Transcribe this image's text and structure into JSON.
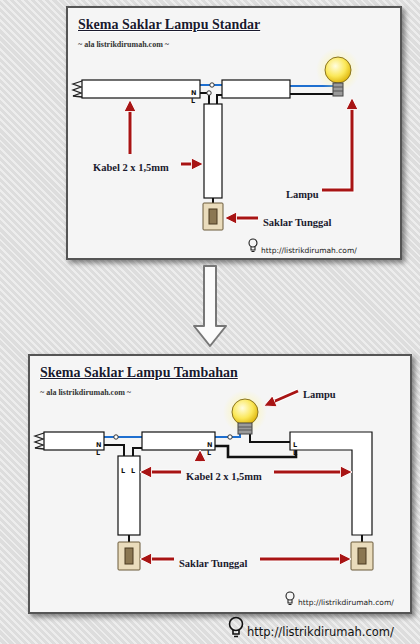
{
  "diagram": {
    "nodes": [
      {
        "text": [
          "Skema Saklar Lampu Standar",
          "~ ala listrikdirumah.com ~"
        ]
      },
      {
        "text": [
          "Skema Saklar Lampu Tambahan",
          "~ ala listrikdirumah.com ~"
        ]
      }
    ],
    "edges": [
      {
        "from": 0,
        "to": 1,
        "arrow": "to"
      }
    ],
    "labels": [
      "N",
      "L",
      "Kabel 2 x 1,5mm",
      "Lampu",
      "Saklar Tunggal",
      "http://listrikdirumah.com/",
      "N",
      "L",
      "L",
      "L",
      "N",
      "L",
      "L",
      "L",
      "Lampu",
      "Kabel 2 x 1,5mm",
      "Saklar Tunggal",
      "http://listrikdirumah.com/",
      "http://listrikdirumah.com/"
    ]
  }
}
